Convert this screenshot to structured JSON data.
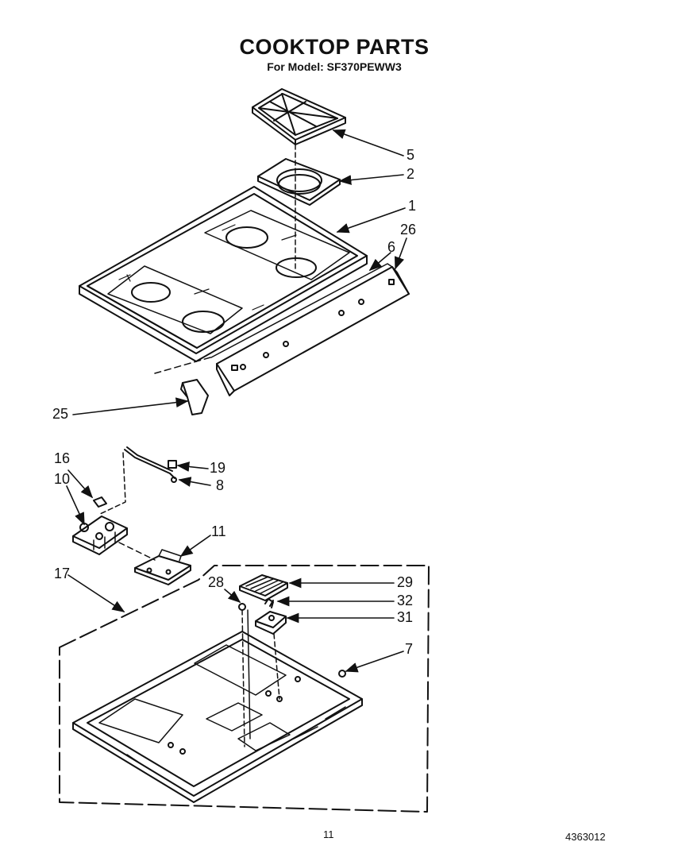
{
  "title": "COOKTOP PARTS",
  "subtitle": "For Model: SF370PEWW3",
  "page_number": "11",
  "document_number": "4363012",
  "callouts": [
    {
      "id": "c5",
      "label": "5"
    },
    {
      "id": "c2",
      "label": "2"
    },
    {
      "id": "c1",
      "label": "1"
    },
    {
      "id": "c26",
      "label": "26"
    },
    {
      "id": "c6",
      "label": "6"
    },
    {
      "id": "c25",
      "label": "25"
    },
    {
      "id": "c16",
      "label": "16"
    },
    {
      "id": "c10",
      "label": "10"
    },
    {
      "id": "c19",
      "label": "19"
    },
    {
      "id": "c8",
      "label": "8"
    },
    {
      "id": "c11",
      "label": "11"
    },
    {
      "id": "c17",
      "label": "17"
    },
    {
      "id": "c28",
      "label": "28"
    },
    {
      "id": "c29",
      "label": "29"
    },
    {
      "id": "c32",
      "label": "32"
    },
    {
      "id": "c31",
      "label": "31"
    },
    {
      "id": "c7",
      "label": "7"
    }
  ]
}
